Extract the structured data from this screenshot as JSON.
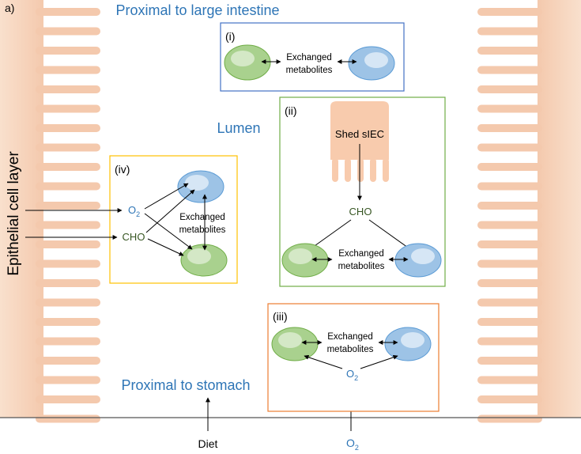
{
  "panel_label": "a)",
  "top_label": "Proximal to large intestine",
  "bottom_label": "Proximal to stomach",
  "lumen_label": "Lumen",
  "side_label": "Epithelial cell layer",
  "diet_label": "Diet",
  "o2_label": "O",
  "o2_sub": "2",
  "boxes": {
    "i": {
      "label": "(i)",
      "exchanged": "Exchanged",
      "metabolites": "metabolites"
    },
    "ii": {
      "label": "(ii)",
      "shed": "Shed sIEC",
      "cho": "CHO",
      "exchanged": "Exchanged",
      "metabolites": "metabolites"
    },
    "iii": {
      "label": "(iii)",
      "exchanged": "Exchanged",
      "metabolites": "metabolites",
      "o2": "O",
      "o2_sub": "2"
    },
    "iv": {
      "label": "(iv)",
      "o2": "O",
      "o2_sub": "2",
      "cho": "CHO",
      "exchanged": "Exchanged",
      "metabolites": "metabolites"
    }
  },
  "colors": {
    "epithelium": "#f7d9c4",
    "green_cell": "#a9d18e",
    "green_cell_inner": "#d4e8c6",
    "blue_cell": "#9dc3e6",
    "blue_cell_inner": "#d6e6f5",
    "box_i": "#4472c4",
    "box_ii": "#70ad47",
    "box_iii": "#ed7d31",
    "box_iv": "#ffc000",
    "title_blue": "#2e75b6",
    "cho_green": "#375623",
    "shed_cell": "#f8cbad"
  }
}
